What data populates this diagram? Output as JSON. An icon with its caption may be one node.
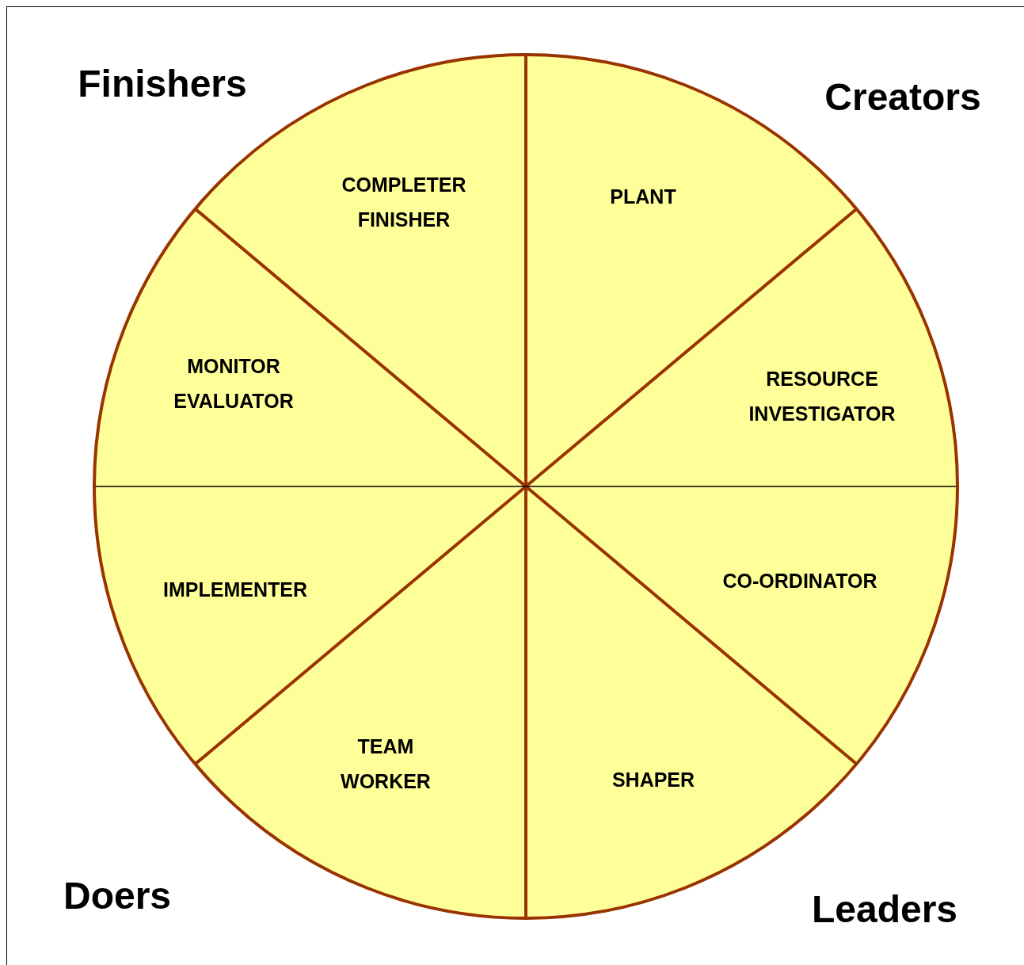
{
  "diagram": {
    "nodes": [
      {
        "text": [
          "COMPLETER FINISHER"
        ]
      },
      {
        "text": [
          "PLANT"
        ]
      },
      {
        "text": [
          "MONITOR EVALUATOR"
        ]
      },
      {
        "text": [
          "RESOURCE INVESTIGATOR"
        ]
      },
      {
        "text": [
          "IMPLEMENTER"
        ]
      },
      {
        "text": [
          "CO-ORDINATOR"
        ]
      },
      {
        "text": [
          "TEAM WORKER"
        ]
      },
      {
        "text": [
          "SHAPER"
        ]
      }
    ],
    "labels": [
      "Finishers",
      "Creators",
      "Doers",
      "Leaders"
    ]
  }
}
